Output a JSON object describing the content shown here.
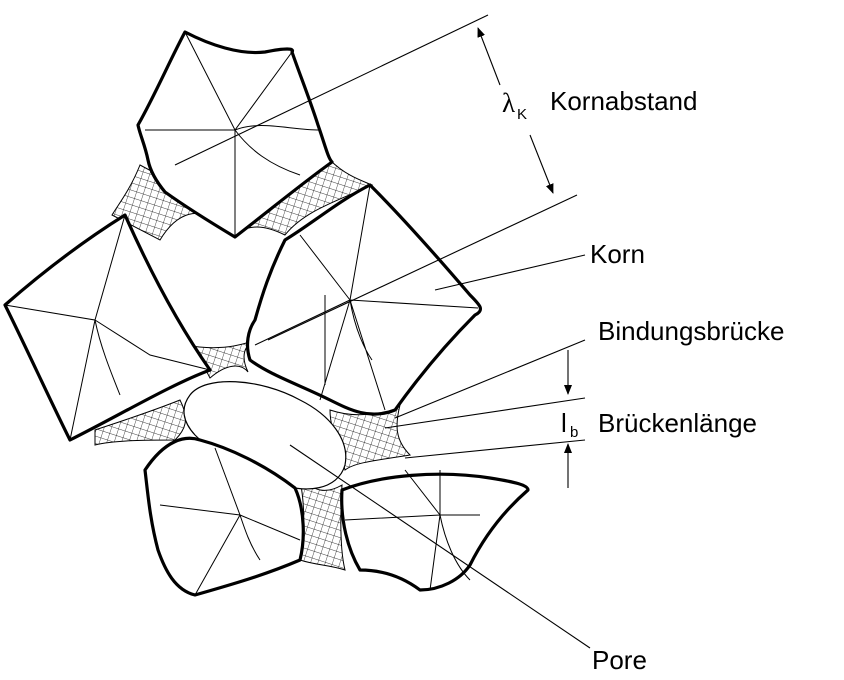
{
  "labels": {
    "grain_spacing_symbol": "λ",
    "grain_spacing_subscript": "K",
    "grain_spacing": "Kornabstand",
    "grain": "Korn",
    "bond_bridge": "Bindungsbrücke",
    "bridge_length_symbol": "l",
    "bridge_length_subscript": "b",
    "bridge_length": "Brückenlänge",
    "pore": "Pore"
  }
}
